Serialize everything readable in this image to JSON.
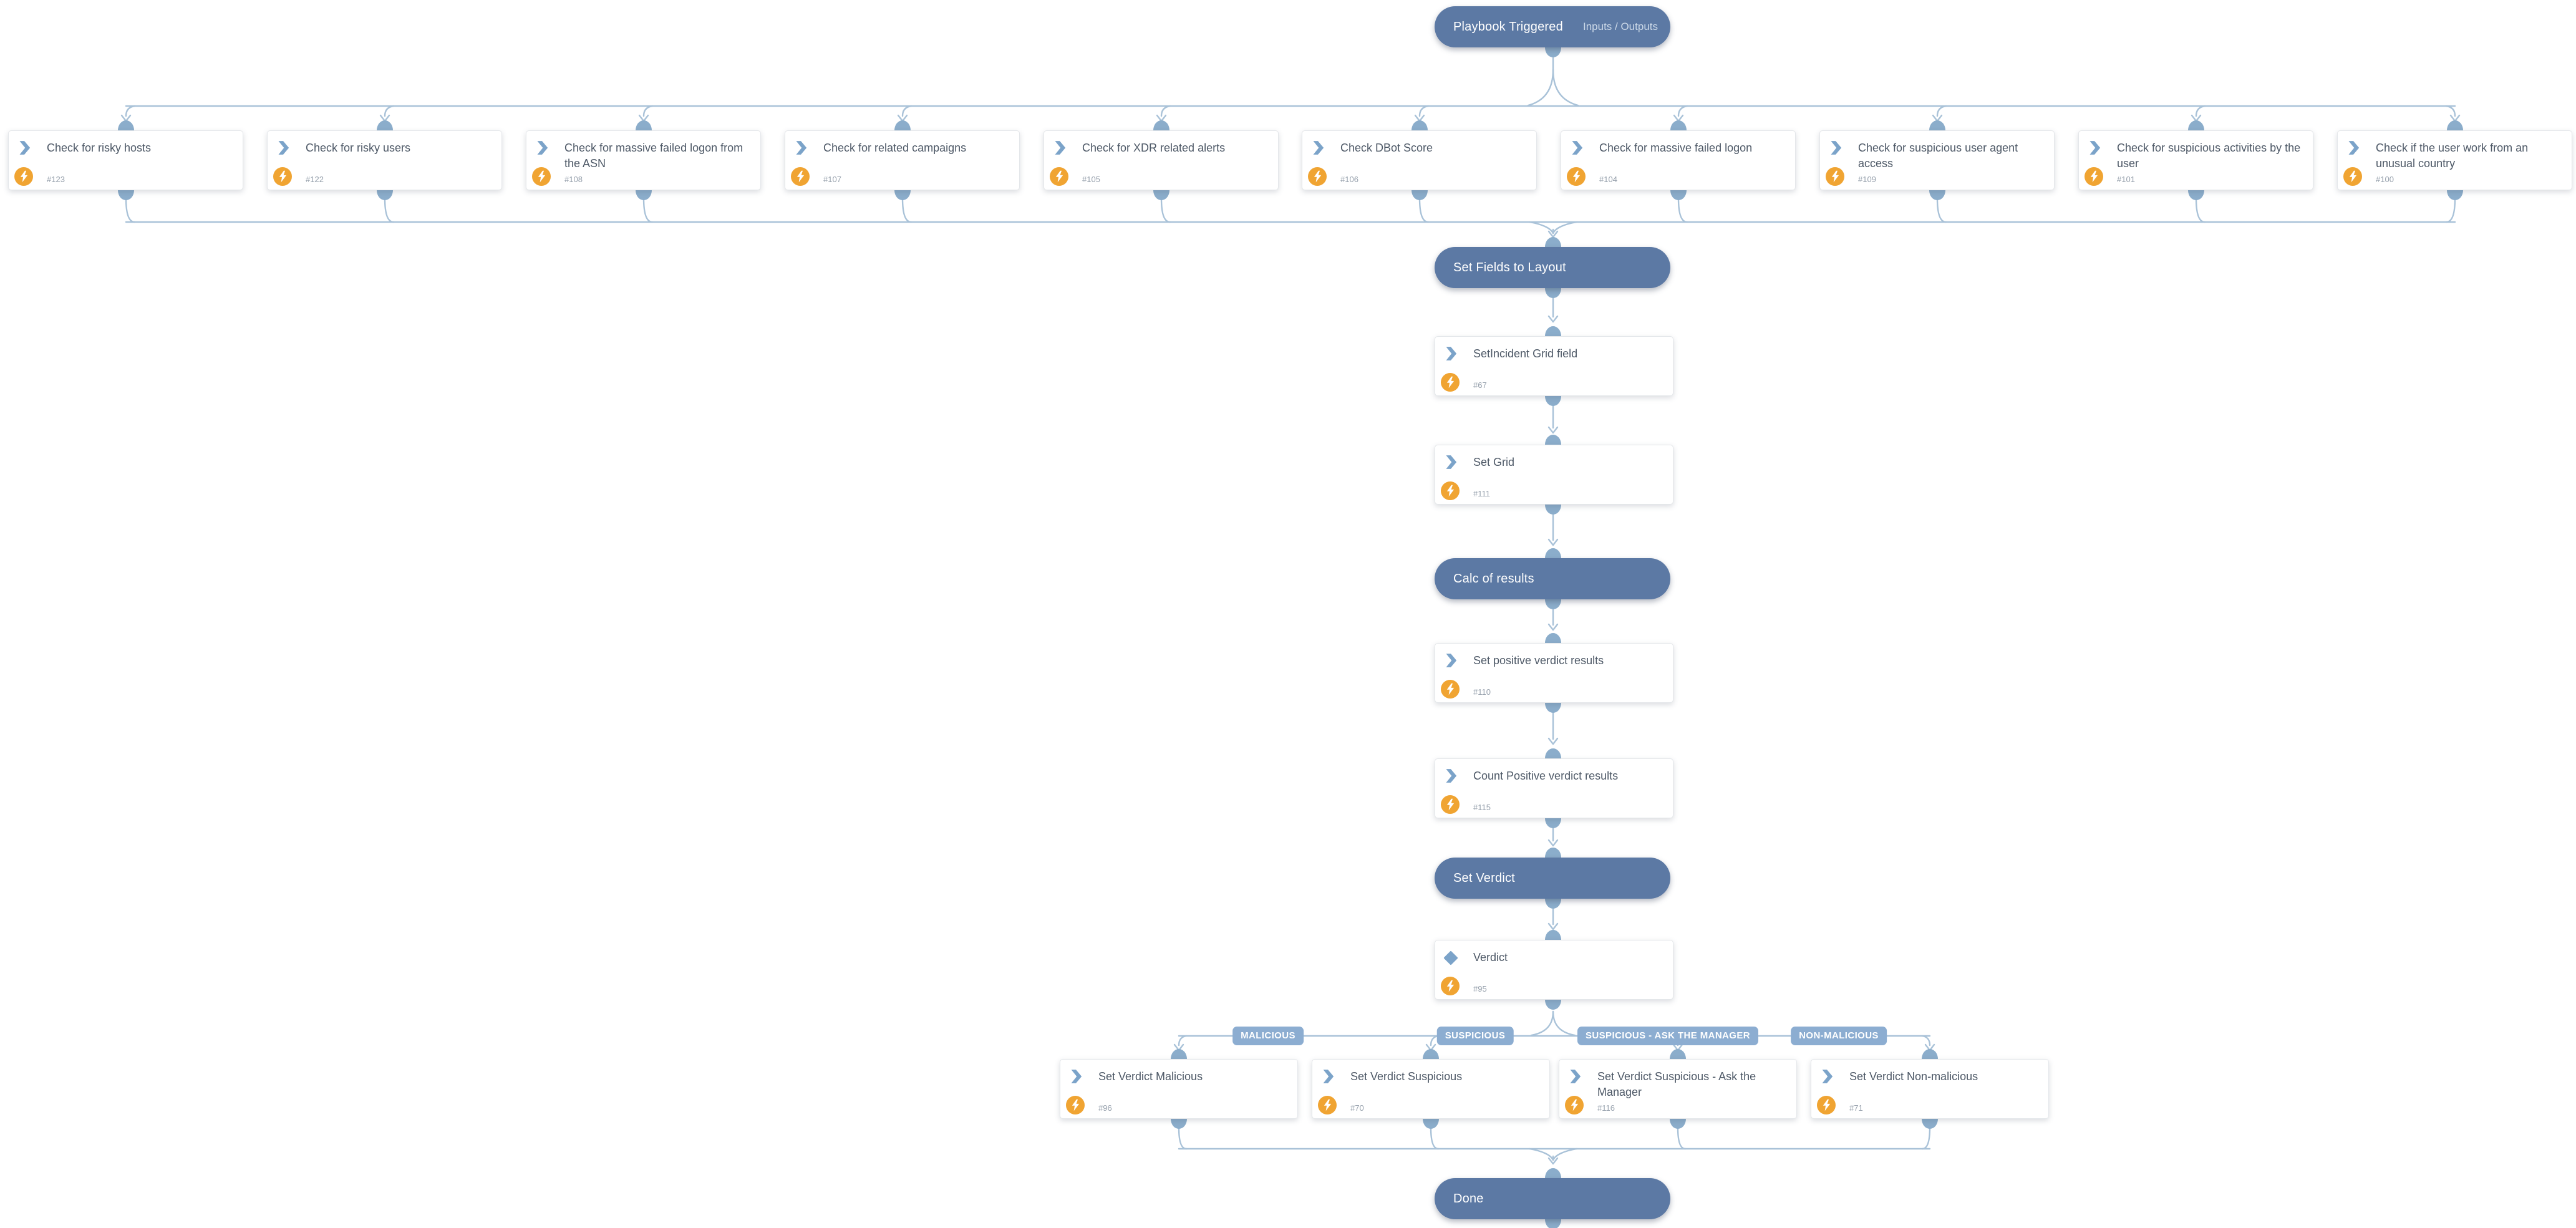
{
  "start": {
    "label": "Playbook Triggered",
    "io": "Inputs / Outputs"
  },
  "top_tasks": [
    {
      "title": "Check for risky hosts",
      "id": "#123"
    },
    {
      "title": "Check for risky users",
      "id": "#122"
    },
    {
      "title": "Check for massive failed logon from the ASN",
      "id": "#108"
    },
    {
      "title": "Check for related campaigns",
      "id": "#107"
    },
    {
      "title": "Check for XDR related alerts",
      "id": "#105"
    },
    {
      "title": "Check DBot Score",
      "id": "#106"
    },
    {
      "title": "Check for massive failed logon",
      "id": "#104"
    },
    {
      "title": "Check for suspicious user agent access",
      "id": "#109"
    },
    {
      "title": "Check for suspicious activities by the user",
      "id": "#101"
    },
    {
      "title": "Check if the user work from an unusual country",
      "id": "#100"
    }
  ],
  "sections": {
    "fields": "Set Fields to Layout",
    "calc": "Calc of results",
    "verdict": "Set Verdict",
    "done": "Done"
  },
  "mid_tasks": [
    {
      "title": "SetIncident Grid field",
      "id": "#67"
    },
    {
      "title": "Set Grid",
      "id": "#111"
    },
    {
      "title": "Set positive verdict results",
      "id": "#110"
    },
    {
      "title": "Count Positive verdict results",
      "id": "#115"
    }
  ],
  "condition": {
    "title": "Verdict",
    "id": "#95"
  },
  "branches": [
    "MALICIOUS",
    "SUSPICIOUS",
    "SUSPICIOUS - ASK THE MANAGER",
    "NON-MALICIOUS"
  ],
  "branch_tasks": [
    {
      "title": "Set Verdict Malicious",
      "id": "#96"
    },
    {
      "title": "Set Verdict Suspicious",
      "id": "#70"
    },
    {
      "title": "Set Verdict Suspicious - Ask the Manager",
      "id": "#116"
    },
    {
      "title": "Set Verdict Non-malicious",
      "id": "#71"
    }
  ],
  "icons": {
    "task": "chevron-icon",
    "condition": "diamond-icon",
    "automation": "lightning-bolt-icon"
  },
  "colors": {
    "section_fill": "#5c79a4",
    "connector": "#a9c2d8",
    "connector_node": "#8badcb",
    "task_icon": "#7ba3c9",
    "automation_badge": "#f0a432",
    "branch_label_fill": "#8cadd1",
    "card_title": "#4d5866",
    "card_id": "#96a0ac"
  }
}
